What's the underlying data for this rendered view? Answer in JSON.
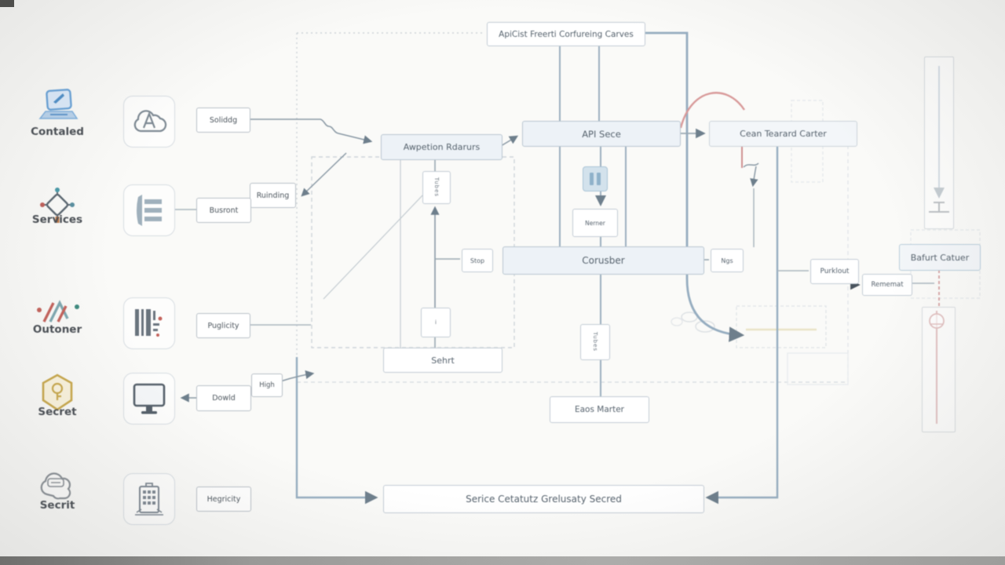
{
  "legend": {
    "items": [
      {
        "label": "Contaled",
        "icon": "laptop-blue-icon"
      },
      {
        "label": "Services",
        "icon": "service-node-icon"
      },
      {
        "label": "Outoner",
        "icon": "customer-logo-icon"
      },
      {
        "label": "Secret",
        "icon": "gold-hexagon-icon"
      },
      {
        "label": "Secrit",
        "icon": "cloud-badge-icon"
      }
    ]
  },
  "tiles": [
    "cloud-a-icon",
    "document-list-icon",
    "barcode-text-icon",
    "monitor-icon",
    "building-icon"
  ],
  "tags": {
    "soliddg": "Soliddg",
    "ruinding": "Ruinding",
    "busront": "Busront",
    "puglicity": "Puglicity",
    "dowld": "Dowld",
    "high": "High",
    "hegricity": "Hegricity"
  },
  "nodes": {
    "banner": "ApiCist Freerti Corfureing Carves",
    "api": "API Sece",
    "adoption": "Awpetion Rdarurs",
    "clean": "Cean Tearard Carter",
    "tubes_top": "Tubes",
    "marker": "i",
    "nerner": "Nerner",
    "container": "Corusber",
    "stop": "Stop",
    "ngs": "Ngs",
    "tubes_bottom": "Tubes",
    "select": "Sehrt",
    "event": "Eaos Marter",
    "gateway": "Serice Cetatutz Grelusaty Secred",
    "purklout": "Purklout",
    "rememat": "Rememat",
    "bafurt": "Bafurt Catuer"
  },
  "colors": {
    "line": "#9db0bf",
    "box_border": "#c3ccd4",
    "box_tint": "#edf2f7",
    "red": "#c98f8f",
    "gold": "#c9a94e",
    "blue": "#6aa3d8"
  }
}
